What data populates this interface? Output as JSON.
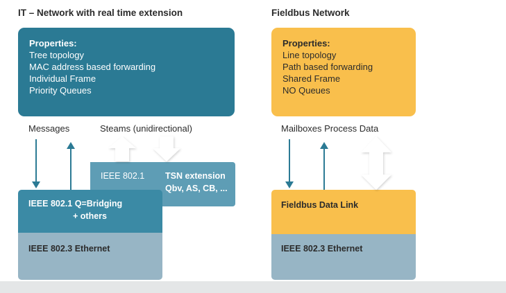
{
  "left": {
    "title": "IT – Network with real time extension",
    "properties": {
      "heading": "Properties:",
      "lines": [
        "Tree topology",
        "MAC address based forwarding",
        "Individual Frame",
        "Priority Queues"
      ]
    },
    "messages_label": "Messages",
    "streams_label": "Steams (unidirectional)",
    "ieee8021_label": "IEEE 802.1",
    "tsn_label": "TSN extension",
    "tsn_sub": "Qbv, AS, CB, ...",
    "bridging_label": "IEEE 802.1 Q=Bridging",
    "bridging_sub": "+ others",
    "ethernet_label": "IEEE 802.3 Ethernet"
  },
  "right": {
    "title": "Fieldbus Network",
    "properties": {
      "heading": "Properties:",
      "lines": [
        "Line topology",
        "Path based forwarding",
        "Shared Frame",
        "NO Queues"
      ]
    },
    "mailbox_label": "Mailboxes Process Data",
    "datalink_label": "Fieldbus Data Link",
    "ethernet_label": "IEEE 802.3 Ethernet"
  },
  "colors": {
    "teal_dark": "#2b7a94",
    "teal_mid": "#3b8aa5",
    "teal_light": "#5e9db5",
    "gray_blue": "#97b5c5",
    "yellow": "#f9bf4c",
    "arrow_teal": "#2b7a94"
  }
}
